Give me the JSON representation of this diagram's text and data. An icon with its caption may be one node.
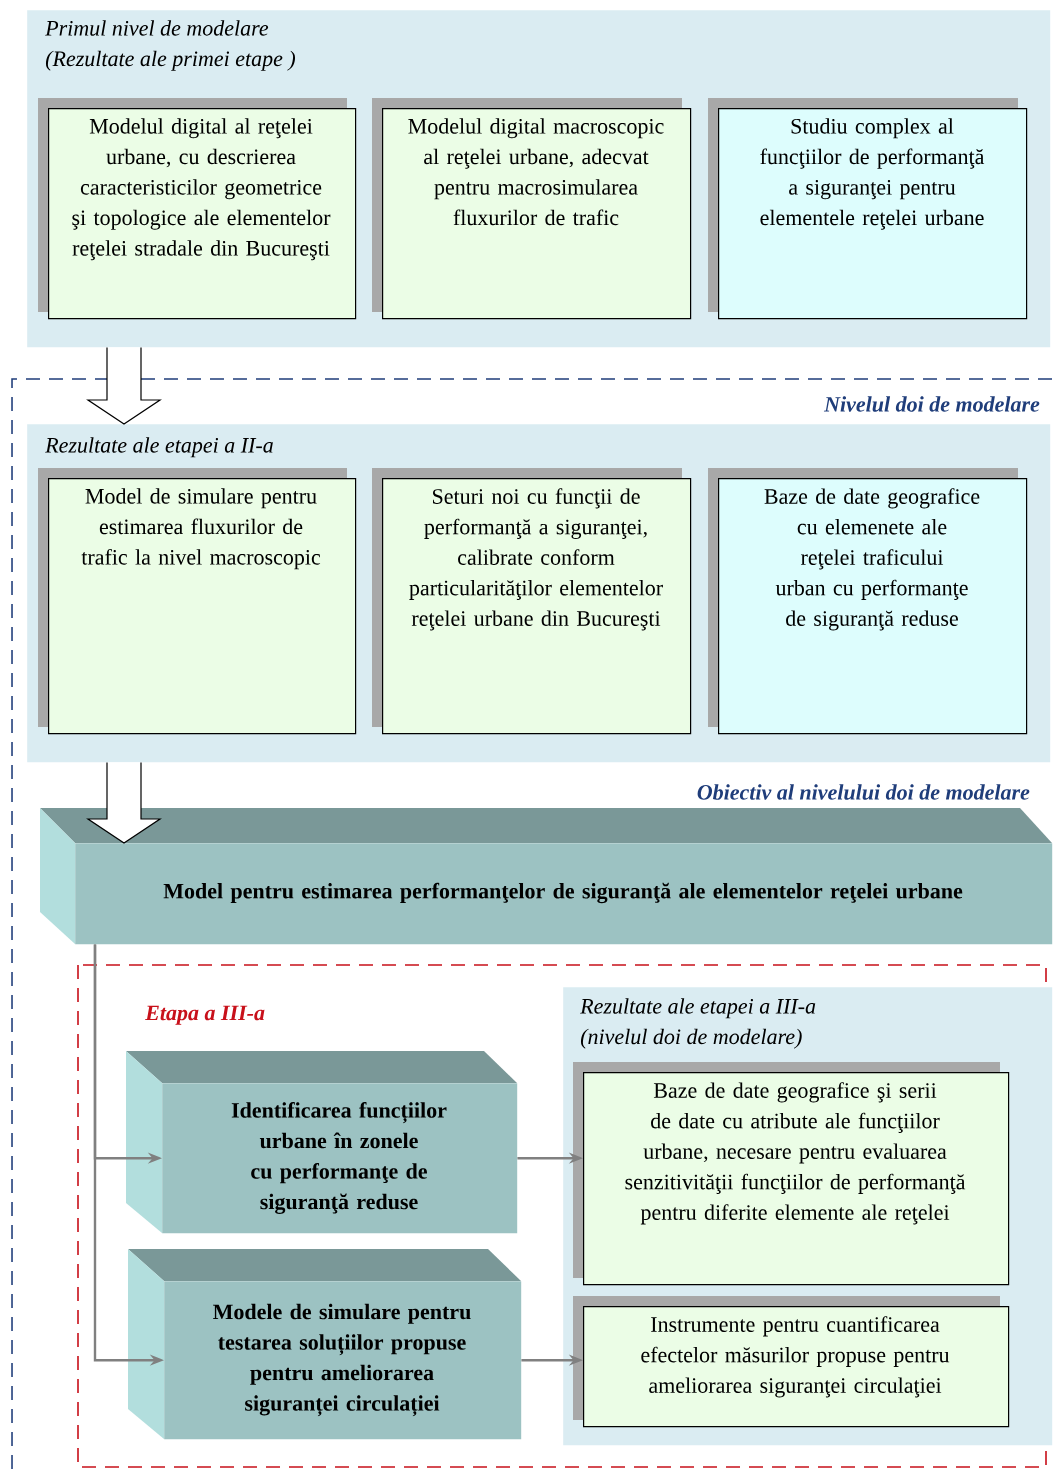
{
  "diagram": {
    "nodes": [
      {
        "text": [
          "Primul nivel de modelare",
          "(Rezultate ale primei etape )"
        ]
      },
      {
        "text": [
          "Modelul digital al reţelei urbane, cu descrierea caracteristicilor geometrice şi topologice ale elementelor reţelei stradale din Bucureşti"
        ],
        "in": 0
      },
      {
        "text": [
          "Modelul digital macroscopic al reţelei urbane, adecvat pentru macrosimularea fluxurilor de trafic"
        ],
        "in": 0
      },
      {
        "text": [
          "Studiu complex al funcţiilor de performanţă a siguranţei pentru elementele reţelei urbane"
        ],
        "in": 0
      },
      {
        "text": [
          "Nivelul doi de modelare"
        ]
      },
      {
        "text": [
          "Rezultate ale etapei a II-a"
        ],
        "in": 4
      },
      {
        "text": [
          "Model de simulare pentru estimarea fluxurilor de trafic la nivel macroscopic"
        ],
        "in": 5
      },
      {
        "text": [
          "Seturi noi cu funcţii de performanţă a siguranţei, calibrate conform particularităţilor elementelor reţelei urbane din Bucureşti"
        ],
        "in": 5
      },
      {
        "text": [
          "Baze de date geografice cu elemenete ale reţelei traficului urban cu performanţe de siguranţă reduse"
        ],
        "in": 5
      },
      {
        "text": [
          "Obiectiv al nivelului doi de modelare",
          "Model pentru estimarea performanţelor de siguranţă ale elementelor reţelei urbane"
        ],
        "in": 4
      },
      {
        "text": [
          "Etapa a III-a"
        ],
        "in": 4
      },
      {
        "text": [
          "Identificarea funcțiilor urbane în zonele cu performanţe de siguranţă reduse"
        ],
        "in": 10
      },
      {
        "text": [
          "Modele de simulare pentru testarea soluțiilor propuse pentru ameliorarea siguranței circulației"
        ],
        "in": 10
      },
      {
        "text": [
          "Rezultate ale etapei a III-a",
          "(nivelul doi de modelare)"
        ],
        "in": 10
      },
      {
        "text": [
          "Baze de date geografice şi serii de date cu atribute ale funcţiilor urbane, necesare pentru evaluarea senzitivităţii funcţiilor de performanţă pentru diferite elemente ale reţelei"
        ],
        "in": 13
      },
      {
        "text": [
          "Instrumente pentru cuantificarea efectelor măsurilor propuse pentru ameliorarea siguranţei circulaţiei"
        ],
        "in": 13
      }
    ],
    "edges": [
      {
        "from": 0,
        "to": 5,
        "arrow": "to",
        "style": "thick",
        "color": "#000000"
      },
      {
        "from": 5,
        "to": 9,
        "arrow": "to",
        "style": "thick",
        "color": "#000000"
      },
      {
        "from": 9,
        "to": 11,
        "arrow": "to"
      },
      {
        "from": 9,
        "to": 12,
        "arrow": "to"
      },
      {
        "from": 11,
        "to": 14,
        "arrow": "to"
      },
      {
        "from": 12,
        "to": 15,
        "arrow": "to"
      }
    ]
  }
}
